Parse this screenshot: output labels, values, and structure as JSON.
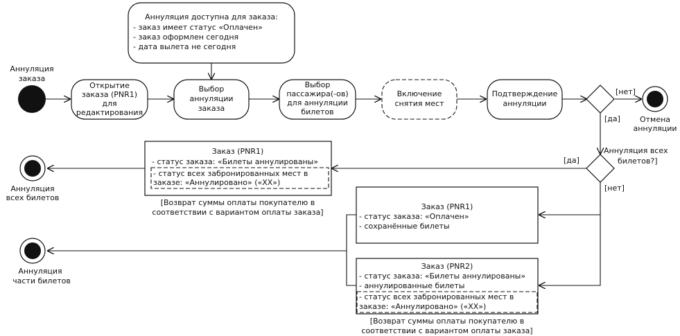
{
  "start": {
    "label": [
      "Аннуляция",
      "заказа"
    ]
  },
  "note_top": {
    "title": "Аннуляция доступна для заказа:",
    "lines": [
      "- заказ имеет статус «Оплачен»",
      "- заказ оформлен сегодня",
      "- дата вылета не сегодня"
    ]
  },
  "actions": {
    "open": [
      "Открытие",
      "заказа (PNR1)",
      "для",
      "редактирования"
    ],
    "choose_cancel": [
      "Выбор",
      "аннуляции",
      "заказа"
    ],
    "choose_pax": [
      "Выбор",
      "пассажира(-ов)",
      "для аннуляции",
      "билетов"
    ],
    "include_seats": [
      "Включение",
      "снятия мест"
    ],
    "confirm": [
      "Подтверждение",
      "аннуляции"
    ]
  },
  "guards": {
    "no_top": "[нет]",
    "yes_top": "[да]",
    "question": [
      "Аннуляция всех",
      "билетов?]"
    ],
    "yes_all": "[да]",
    "no_all": "[нет]"
  },
  "ends": {
    "cancel_abort": [
      "Отмена",
      "аннуляции"
    ],
    "all_tickets": [
      "Аннуляция",
      "всех билетов"
    ],
    "part_tickets": [
      "Аннуляция",
      "части билетов"
    ]
  },
  "box_all": {
    "title": "Заказ (PNR1)",
    "status": "- статус заказа: «Билеты аннулированы»",
    "seats": [
      "- статус всех забронированных мест в",
      "заказе: «Аннулировано» («XX»)"
    ],
    "caption": [
      "[Возврат суммы оплаты покупателю в",
      "соответствии с вариантом оплаты заказа]"
    ]
  },
  "box_pnr1": {
    "title": "Заказ (PNR1)",
    "lines": [
      "- статус заказа: «Оплачен»",
      "- сохранённые билеты"
    ]
  },
  "box_pnr2": {
    "title": "Заказ (PNR2)",
    "lines": [
      "- статус заказа: «Билеты аннулированы»",
      "- аннулированные билеты"
    ],
    "seats": [
      "- статус всех забронированных мест в",
      "заказе: «Аннулировано» («XX»)"
    ],
    "caption": [
      "[Возврат суммы оплаты покупателю в",
      "соответствии с вариантом оплаты заказа]"
    ]
  }
}
